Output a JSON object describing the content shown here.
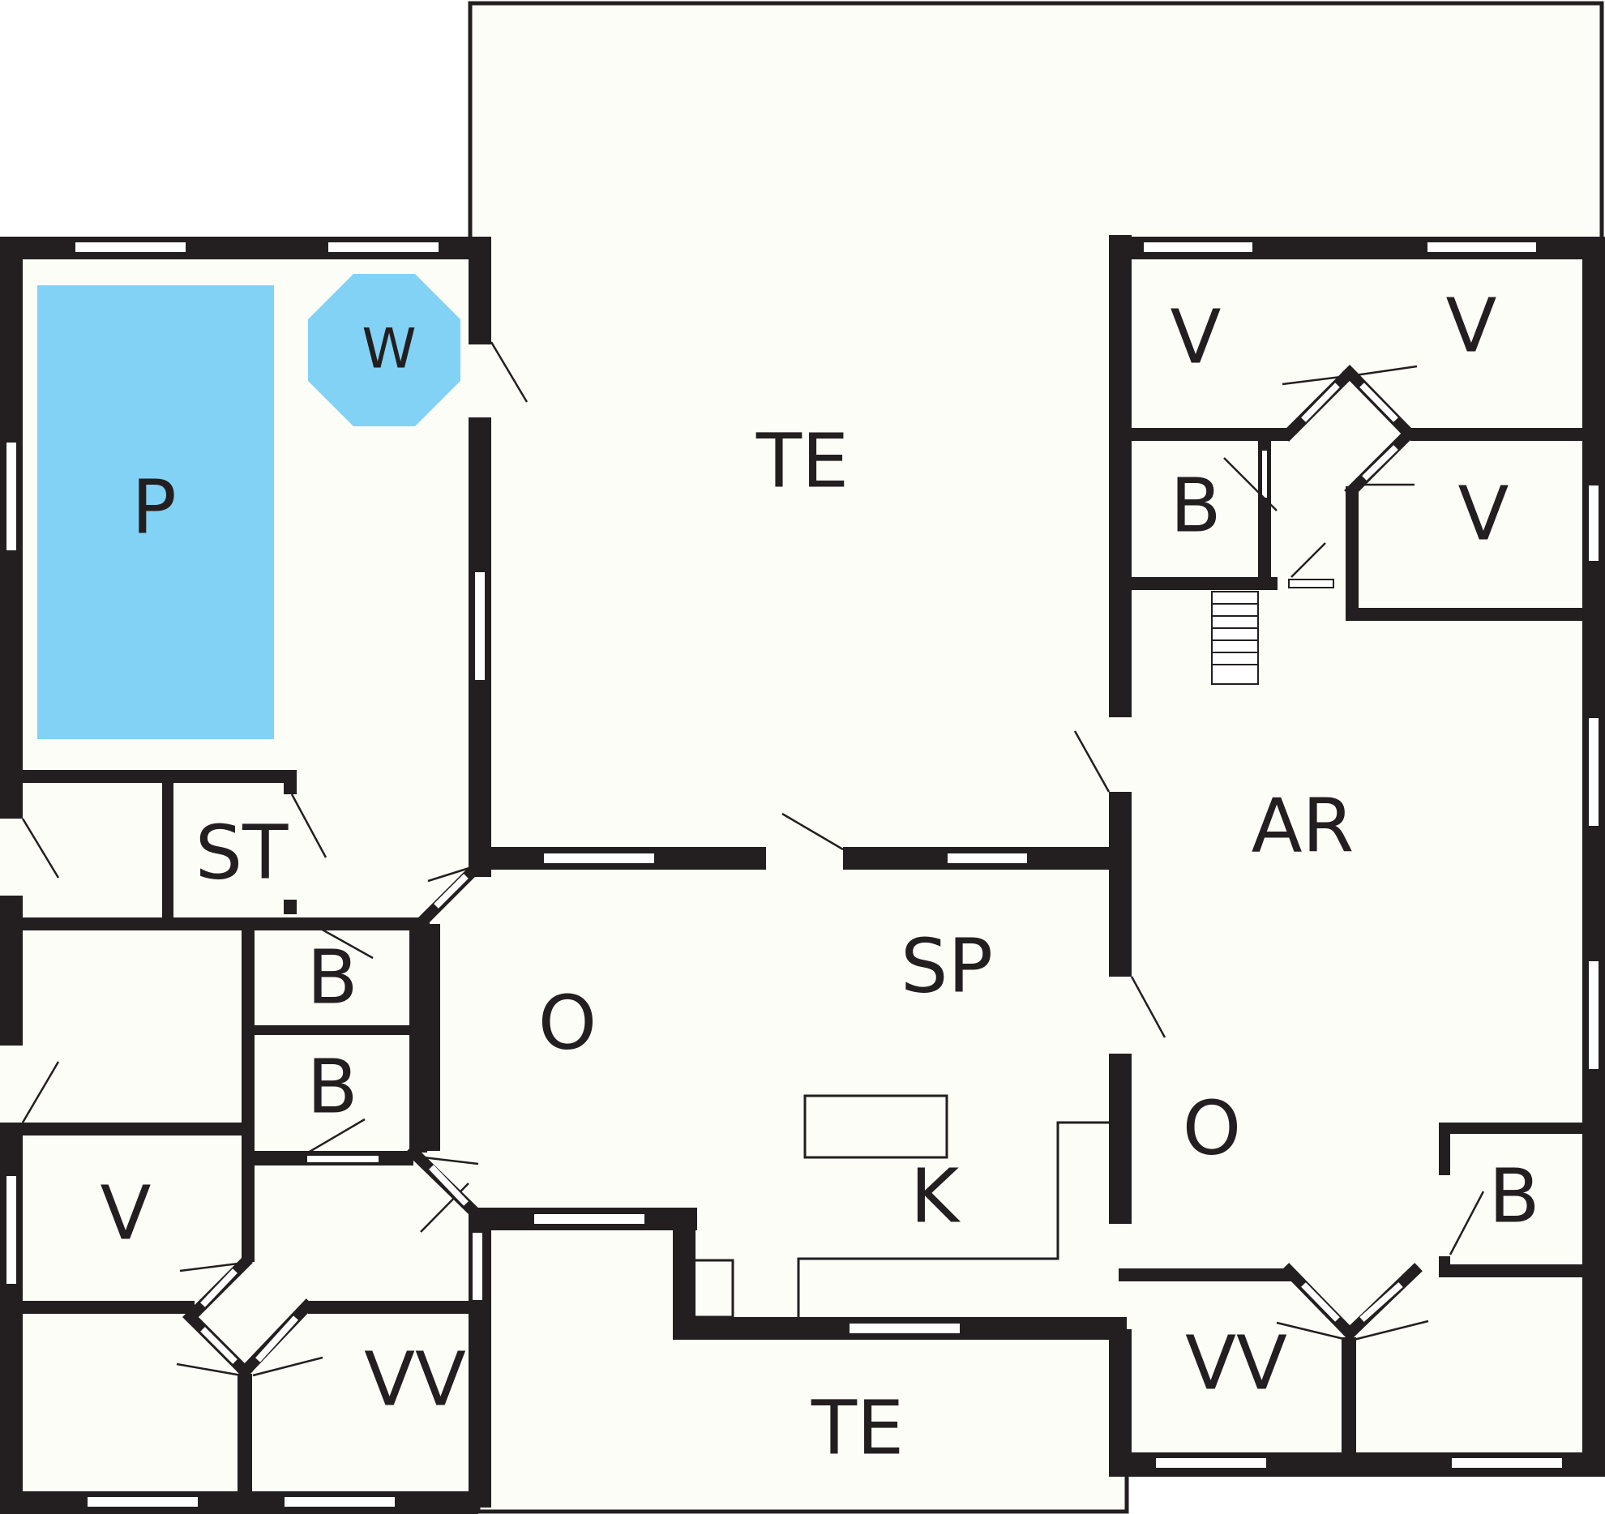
{
  "colors": {
    "wall": "#231f20",
    "floor": "#fdfdf7",
    "pool": "#82d2f5",
    "window": "#ffffff",
    "background": "#ffffff"
  },
  "rooms": {
    "terrace_top": "TE",
    "pool": "P",
    "whirlpool": "W",
    "storage": "ST",
    "bathroom_left_1": "B",
    "bathroom_left_2": "B",
    "living_left": "O",
    "kitchen_dining": "SP",
    "kitchen": "K",
    "bedroom_left": "V",
    "bedroom_left_bunk": "VV",
    "terrace_bottom": "TE",
    "bedroom_top_1": "V",
    "bedroom_top_2": "V",
    "bedroom_right": "V",
    "bathroom_top": "B",
    "activity_room": "AR",
    "living_right": "O",
    "bathroom_right": "B",
    "bedroom_right_bunk": "VV"
  }
}
